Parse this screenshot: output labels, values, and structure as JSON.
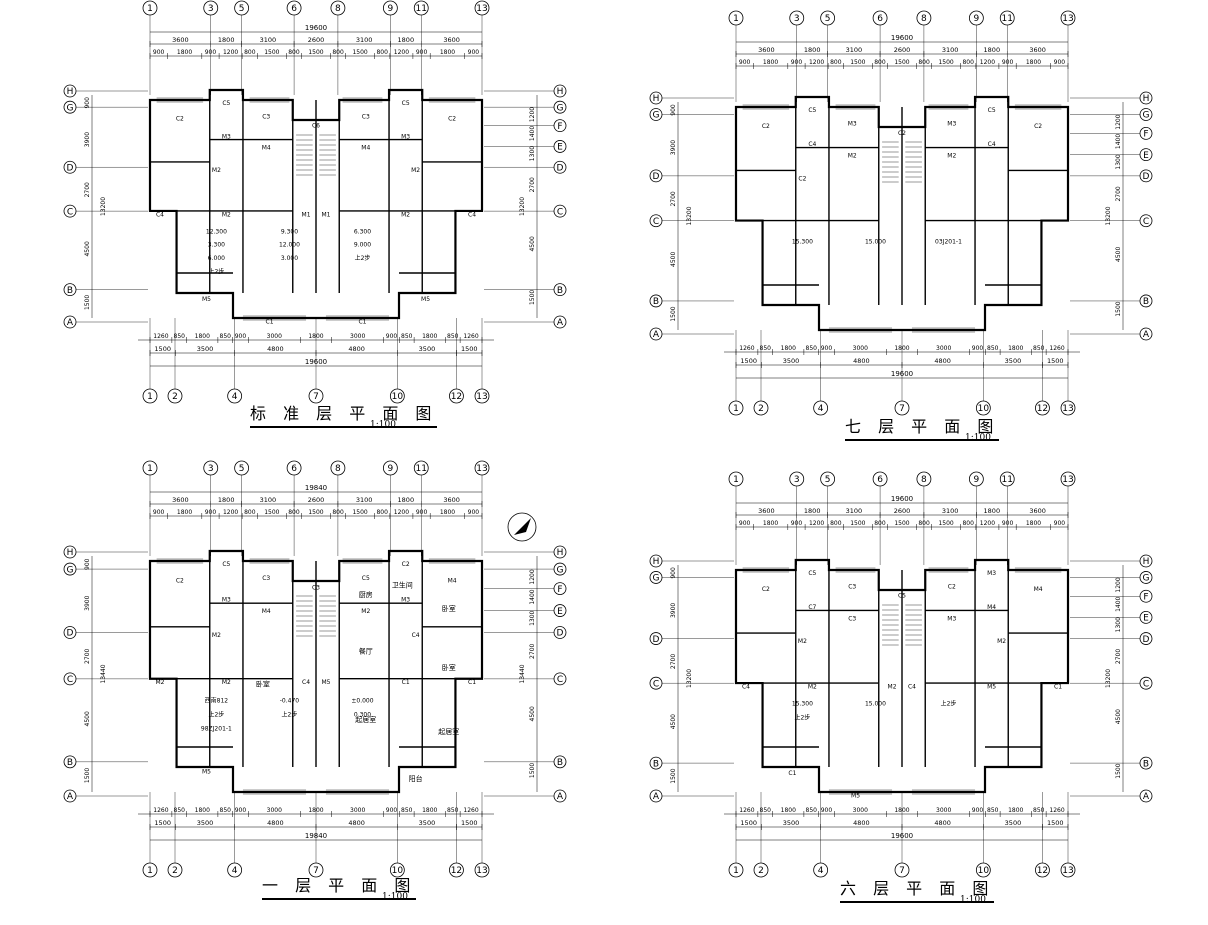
{
  "plans": [
    {
      "id": "standard",
      "title": "标 准 层 平 面 图",
      "scale": "1:100",
      "top_axes": [
        "1",
        "3",
        "5",
        "6",
        "8",
        "9",
        "11",
        "13"
      ],
      "bottom_axes": [
        "1",
        "2",
        "4",
        "7",
        "10",
        "12",
        "13"
      ],
      "total_dim": "19600",
      "top_dims_1": [
        "3600",
        "1800",
        "3100",
        "2600",
        "3100",
        "1800",
        "3600"
      ],
      "top_dims_2": [
        "900",
        "1800",
        "900",
        "1200",
        "800",
        "1500",
        "800",
        "1500",
        "800",
        "1500",
        "800",
        "1200",
        "900",
        "1800",
        "900"
      ],
      "bottom_dims_1": [
        "1260",
        "850",
        "1800",
        "850",
        "900",
        "3000",
        "1800",
        "3000",
        "900",
        "850",
        "1800",
        "850",
        "1260"
      ],
      "bottom_dims_2": [
        "1500",
        "3500",
        "4800",
        "4800",
        "3500",
        "1500"
      ],
      "left_dims": [
        "900",
        "3900",
        "2700",
        "4500",
        "1500"
      ],
      "right_dims": [
        "1200",
        "1400",
        "1300",
        "2700",
        "4500",
        "1500"
      ],
      "total_side": "13200",
      "rooms": [
        "C2",
        "C5",
        "C3",
        "M3",
        "M4",
        "C6",
        "C3",
        "C5",
        "C2",
        "M3",
        "M4",
        "M2",
        "M2",
        "C4",
        "M2",
        "M1",
        "M1",
        "M2",
        "C4",
        "M5",
        "C1",
        "C1",
        "M5"
      ],
      "notes": [
        "12.300",
        "9.300",
        "6.300",
        "3.300",
        "12.000",
        "9.000",
        "6.000",
        "3.000",
        "上2步",
        "上2步"
      ]
    },
    {
      "id": "seventh",
      "title": "七 层 平 面 图",
      "scale": "1:100",
      "top_axes": [
        "1",
        "3",
        "5",
        "6",
        "8",
        "9",
        "11",
        "13"
      ],
      "bottom_axes": [
        "1",
        "2",
        "4",
        "7",
        "10",
        "12",
        "13"
      ],
      "total_dim": "19600",
      "top_dims_1": [
        "3600",
        "1800",
        "3100",
        "2600",
        "3100",
        "1800",
        "3600"
      ],
      "top_dims_2": [
        "900",
        "1800",
        "900",
        "1200",
        "800",
        "1500",
        "800",
        "1500",
        "800",
        "1500",
        "800",
        "1200",
        "900",
        "1800",
        "900"
      ],
      "bottom_dims_1": [
        "1260",
        "850",
        "1800",
        "850",
        "900",
        "3000",
        "1800",
        "3000",
        "900",
        "850",
        "1800",
        "850",
        "1260"
      ],
      "bottom_dims_2": [
        "1500",
        "3500",
        "4800",
        "4800",
        "3500",
        "1500"
      ],
      "left_dims": [
        "900",
        "3900",
        "2700",
        "4500",
        "1500"
      ],
      "right_dims": [
        "1200",
        "1400",
        "1300",
        "2700",
        "4500",
        "1500"
      ],
      "total_side": "13200",
      "rooms": [
        "C2",
        "C5",
        "M3",
        "C4",
        "M2",
        "C2",
        "M3",
        "C5",
        "C2",
        "C4",
        "M2",
        "C2"
      ],
      "notes": [
        "15.300",
        "15.000",
        "03J201-1"
      ]
    },
    {
      "id": "first",
      "title": "一 层 平 面 图",
      "scale": "1:100",
      "top_axes": [
        "1",
        "3",
        "5",
        "6",
        "8",
        "9",
        "11",
        "13"
      ],
      "bottom_axes": [
        "1",
        "2",
        "4",
        "7",
        "10",
        "12",
        "13"
      ],
      "total_dim": "19840",
      "top_dims_1": [
        "3600",
        "1800",
        "3100",
        "2600",
        "3100",
        "1800",
        "3600"
      ],
      "top_dims_2": [
        "900",
        "1800",
        "900",
        "1200",
        "800",
        "1500",
        "800",
        "1500",
        "800",
        "1500",
        "800",
        "1200",
        "900",
        "1800",
        "900"
      ],
      "bottom_dims_1": [
        "1260",
        "850",
        "1800",
        "850",
        "900",
        "3000",
        "1800",
        "3000",
        "900",
        "850",
        "1800",
        "850",
        "1260"
      ],
      "bottom_dims_2": [
        "1500",
        "3500",
        "4800",
        "4800",
        "3500",
        "1500"
      ],
      "left_dims": [
        "900",
        "3900",
        "2700",
        "4500",
        "1500"
      ],
      "right_dims": [
        "1200",
        "1400",
        "1300",
        "2700",
        "4500",
        "1500"
      ],
      "total_side": "13440",
      "rooms": [
        "C2",
        "C5",
        "C3",
        "M3",
        "M4",
        "C3",
        "C5",
        "C2",
        "M4",
        "M3",
        "M2",
        "M2",
        "C4",
        "M2",
        "M2",
        "C4",
        "M5",
        "C1",
        "C1",
        "M5"
      ],
      "labels": [
        "厨房",
        "卫生间",
        "卧室",
        "餐厅",
        "卧室",
        "起居室",
        "卧室",
        "起居室",
        "阳台"
      ],
      "notes": [
        "西南812",
        "-0.470",
        "±0.000",
        "上2步",
        "上2步",
        "0.300",
        "98ZJ201-1"
      ]
    },
    {
      "id": "sixth",
      "title": "六 层 平 面 图",
      "scale": "1:100",
      "top_axes": [
        "1",
        "3",
        "5",
        "6",
        "8",
        "9",
        "11",
        "13"
      ],
      "bottom_axes": [
        "1",
        "2",
        "4",
        "7",
        "10",
        "12",
        "13"
      ],
      "total_dim": "19600",
      "top_dims_1": [
        "3600",
        "1800",
        "3100",
        "2600",
        "3100",
        "1800",
        "3600"
      ],
      "top_dims_2": [
        "900",
        "1800",
        "900",
        "1200",
        "800",
        "1500",
        "800",
        "1500",
        "800",
        "1500",
        "800",
        "1200",
        "900",
        "1800",
        "900"
      ],
      "bottom_dims_1": [
        "1260",
        "850",
        "1800",
        "850",
        "900",
        "3000",
        "1800",
        "3000",
        "900",
        "850",
        "1800",
        "850",
        "1260"
      ],
      "bottom_dims_2": [
        "1500",
        "3500",
        "4800",
        "4800",
        "3500",
        "1500"
      ],
      "left_dims": [
        "900",
        "3900",
        "2700",
        "4500",
        "1500"
      ],
      "right_dims": [
        "1200",
        "1400",
        "1300",
        "2700",
        "4500",
        "1500"
      ],
      "total_side": "13200",
      "rooms": [
        "C2",
        "C5",
        "C3",
        "C7",
        "C3",
        "C5",
        "C2",
        "M3",
        "M4",
        "M4",
        "M3",
        "M2",
        "M2",
        "C4",
        "M2",
        "M2",
        "C4",
        "M5",
        "C1",
        "C1",
        "M5"
      ],
      "notes": [
        "15.300",
        "15.000",
        "上2步",
        "上2步"
      ]
    }
  ],
  "row_axes_left": [
    "H",
    "G",
    "D",
    "C",
    "B",
    "A"
  ],
  "row_axes_right": [
    "H",
    "G",
    "F",
    "E",
    "D",
    "C",
    "B",
    "A"
  ]
}
